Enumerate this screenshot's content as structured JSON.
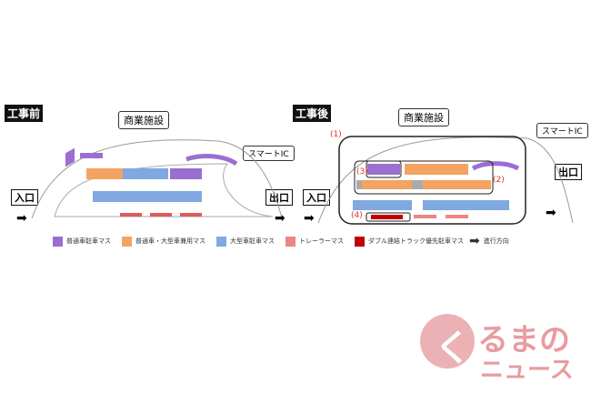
{
  "before": {
    "title": "工事前",
    "facility": "商業施設",
    "smart_ic": "スマートIC",
    "entrance": "入口",
    "exit": "出口"
  },
  "after": {
    "title": "工事後",
    "facility": "商業施設",
    "smart_ic": "スマートIC",
    "entrance": "入口",
    "exit": "出口",
    "markers": [
      "(1)",
      "(2)",
      "(3)",
      "(4)"
    ]
  },
  "legend": [
    {
      "label": "普通車駐車マス",
      "color": "#9b6fd1"
    },
    {
      "label": "普通車・大型車兼用マス",
      "color": "#f3a462"
    },
    {
      "label": "大型車駐車マス",
      "color": "#7fa9e0"
    },
    {
      "label": "トレーラーマス",
      "color": "#ee8585"
    },
    {
      "label": "ダブル連結トラック優先駐車マス",
      "color": "#c00000"
    },
    {
      "label": "進行方向",
      "color": "#000000"
    }
  ],
  "logo": {
    "text_top": "るまの",
    "text_bottom": "ニュース",
    "mark": "く"
  }
}
